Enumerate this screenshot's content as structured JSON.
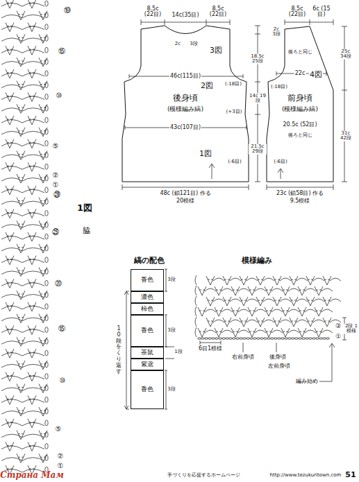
{
  "diagram": {
    "nodes": [
      {
        "text": [
          "香色"
        ]
      },
      {
        "text": [
          "濃色"
        ]
      },
      {
        "text": [
          "柿色"
        ]
      },
      {
        "text": [
          "香色"
        ]
      },
      {
        "text": [
          "茶鼠"
        ]
      },
      {
        "text": [
          "紫鳶"
        ]
      },
      {
        "text": [
          "香色"
        ]
      }
    ],
    "labels": [
      "⑲",
      "⑮",
      "⑩",
      "⑤",
      "②",
      "①",
      "㉙",
      "㉕",
      "⑳",
      "⑮",
      "⑩",
      "⑤",
      "②",
      "①",
      "1図",
      "脇",
      "8.5c (22目)",
      "14c(35目)",
      "8.5c (22目)",
      "2c",
      "3段",
      "3図",
      "2図",
      "(-18目)",
      "46c(115目)",
      "後身頃",
      "(模様編み縞)",
      "(+3目)",
      "43c(107目)",
      "1図",
      "(-6目)",
      "18.5c 25段",
      "14c 19段",
      "21.5c 29段",
      "48c (鎖121目) 作る",
      "20模様",
      "8.5c (22目)",
      "6c (15目)",
      "2c 3段",
      "後ろと同じ",
      "4図",
      "(-18目)",
      "22c",
      "前身頃",
      "(模様編み縞)",
      "20.5c (52目)",
      "後ろと同じ",
      "(-6目)",
      "23c (鎖58目) 作る",
      "9.5模様",
      "25c 34段",
      "31c 42段",
      "縞の配色",
      "3段",
      "3段",
      "1段",
      "3段",
      "10段をくり返す",
      "模様編み",
      "②",
      "①",
      "2段 1模様",
      "6目1模様",
      "右前身頃",
      "後身頃",
      "左前身頃",
      "編み始め",
      "手づくりを応援するホームページ",
      "http://www.tezukuritown.com",
      "51",
      "Страна Мам"
    ]
  }
}
